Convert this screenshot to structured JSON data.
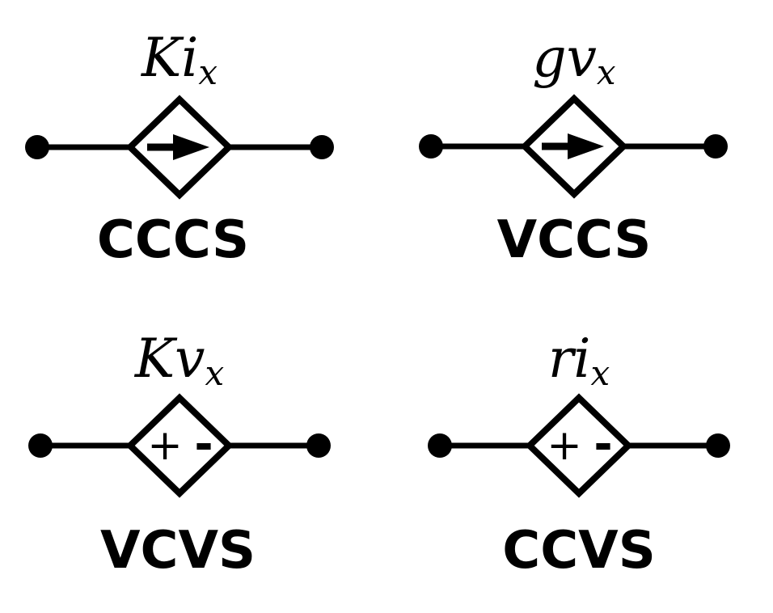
{
  "colors": {
    "stroke": "#000000",
    "background": "#ffffff"
  },
  "sources": [
    {
      "kind": "current",
      "symbol": "arrow-right",
      "coef": "K",
      "var": "i",
      "sub": "x",
      "type_label": "CCCS"
    },
    {
      "kind": "current",
      "symbol": "arrow-right",
      "coef": "g",
      "var": "v",
      "sub": "x",
      "type_label": "VCCS"
    },
    {
      "kind": "voltage",
      "symbol": "plus-minus",
      "coef": "K",
      "var": "v",
      "sub": "x",
      "type_label": "VCVS",
      "plus": "+",
      "minus": "-"
    },
    {
      "kind": "voltage",
      "symbol": "plus-minus",
      "coef": "r",
      "var": "i",
      "sub": "x",
      "type_label": "CCVS",
      "plus": "+",
      "minus": "-"
    }
  ]
}
